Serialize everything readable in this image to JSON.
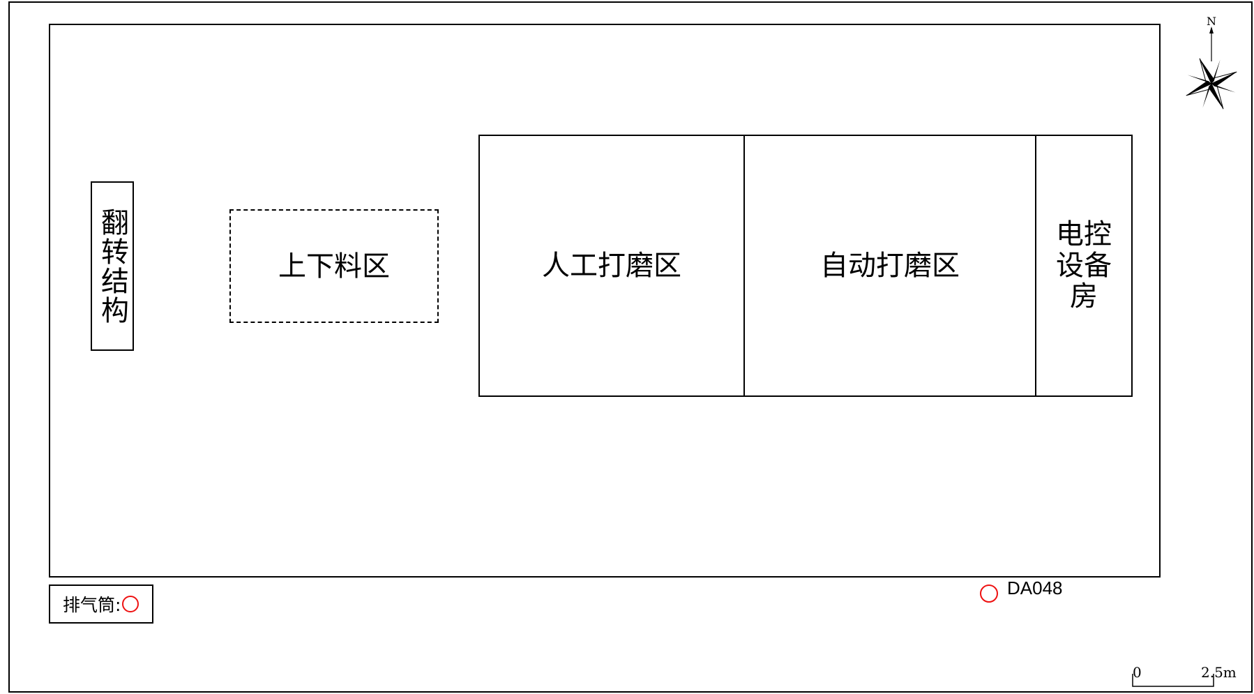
{
  "zones": {
    "flip": "翻转结构",
    "loading": "上下料区",
    "manual_grinding": "人工打磨区",
    "auto_grinding": "自动打磨区",
    "electric_room": "电控设备房"
  },
  "legend": {
    "label": "排气筒:"
  },
  "outlet": {
    "id": "DA048"
  },
  "compass": {
    "north_label": "N"
  },
  "scale_bar": {
    "start": "0",
    "end": "2.5m"
  },
  "colors": {
    "line": "#000000",
    "outlet_marker": "#e11111"
  }
}
